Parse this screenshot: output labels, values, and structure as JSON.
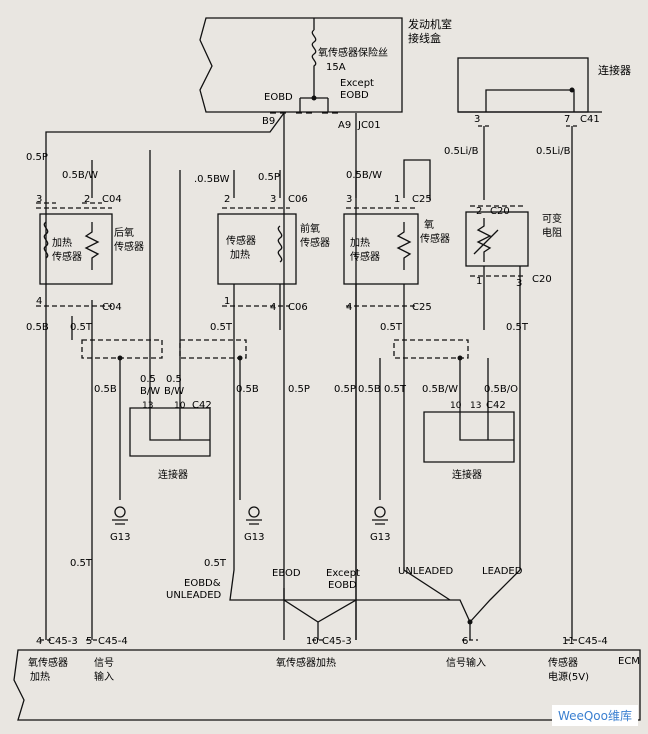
{
  "fuse_box": {
    "title_line1": "发动机室",
    "title_line2": "接线盒",
    "fuse_label": "氧传感器保险丝",
    "fuse_rating": "15A",
    "left_branch": "EOBD",
    "right_branch_line1": "Except",
    "right_branch_line2": "EOBD",
    "pin_b9": "B9",
    "pin_a9": "A9",
    "connector": "JC01"
  },
  "top_right_connector": {
    "title": "连接器",
    "pin_3": "3",
    "pin_7": "7",
    "connector": "C41"
  },
  "wires": {
    "w_05P": "0.5P",
    "w_05BW": "0.5B/W",
    "w_05BW2": ".0.5BW",
    "w_05LiB": "0.5Li/B",
    "w_05LiB2": "0.5Li/B",
    "w_05B": "0.5B",
    "w_05T": "0.5T",
    "w_05BO": "0.5B/O",
    "w_05B_bw": "0.5",
    "w_bw": "B/W"
  },
  "sensor_rear": {
    "label_line1": "后氧",
    "label_line2": "传感器",
    "heater_line1": "加热",
    "heater_line2": "传感器",
    "pin_top_a": "3",
    "pin_top_b": "2",
    "conn_top": "C04",
    "pin_bot": "4",
    "conn_bot": "C04"
  },
  "sensor_front": {
    "label_line1": "前氧",
    "label_line2": "传感器",
    "inner_line1": "传感器",
    "inner_line2": "加热",
    "pin_top_a": "2",
    "pin_top_b": "3",
    "conn_top": "C06",
    "pin_bot_a": "1",
    "pin_bot_b": "4",
    "conn_bot": "C06"
  },
  "sensor_third": {
    "label_line1": "氧",
    "label_line2": "传感器",
    "inner_line1": "加热",
    "inner_line2": "传感器",
    "pin_top_a": "3",
    "pin_top_b": "1",
    "conn_top": "C25",
    "pin_bot": "4",
    "conn_bot": "C25"
  },
  "variable_resistor": {
    "label_line1": "可变",
    "label_line2": "电阻",
    "pin_top": "2",
    "conn_top": "C20",
    "pin_bot_a": "1",
    "pin_bot_b": "3",
    "conn_bot": "C20"
  },
  "connector_left": {
    "title": "连接器",
    "pin_a": "13",
    "pin_b": "10",
    "conn": "C42"
  },
  "connector_right": {
    "title": "连接器",
    "pin_a": "10",
    "pin_b": "13",
    "conn": "C42"
  },
  "grounds": {
    "g1": "G13",
    "g2": "G13",
    "g3": "G13"
  },
  "branch_labels": {
    "eobd_unleaded_1": "EOBD&",
    "eobd_unleaded_2": "UNLEADED",
    "ebod": "EBOD",
    "except_1": "Except",
    "except_2": "EOBD",
    "unleaded": "UNLEADED",
    "leaded": "LEADED"
  },
  "ecm": {
    "name": "ECM",
    "pin_4": "4",
    "conn_453": "C45-3",
    "pin_5": "5",
    "conn_454": "C45-4",
    "pin_10": "10",
    "conn_453b": "C45-3",
    "pin_6": "6",
    "pin_11": "11",
    "conn_454b": "C45-4",
    "label_heater_1": "氧传感器",
    "label_heater_2": "加热",
    "label_signal_1": "信号",
    "label_signal_2": "输入",
    "label_heater_mid": "氧传感器加热",
    "label_signal_mid": "信号输入",
    "label_supply_1": "传感器",
    "label_supply_2": "电源(5V)"
  },
  "watermark": "WeeQoo维库"
}
